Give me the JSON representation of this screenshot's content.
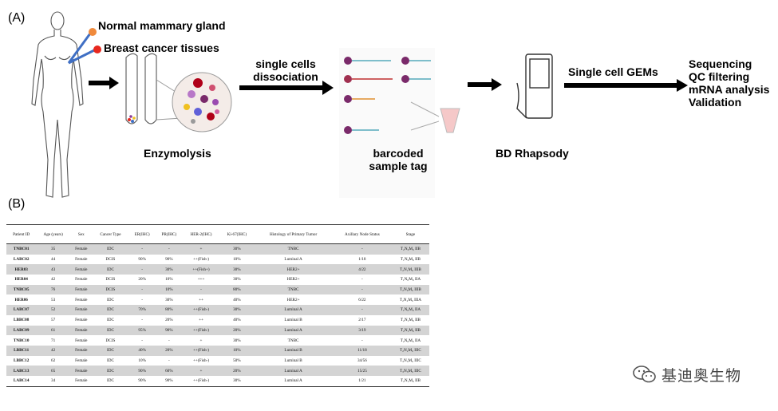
{
  "panelA": {
    "label": "(A)",
    "normal_tissue": "Normal mammary gland",
    "cancer_tissue": "Breast cancer tissues",
    "enzymolysis": "Enzymolysis",
    "dissociation_line1": "single cells",
    "dissociation_line2": "dissociation",
    "barcode_line1": "barcoded",
    "barcode_line2": "sample tag",
    "instrument": "BD Rhapsody",
    "gems": "Single cell GEMs",
    "steps": [
      "Sequencing",
      "QC filtering",
      "mRNA analysis",
      "Validation"
    ]
  },
  "panelB": {
    "label": "(B)",
    "headers": [
      "Patient ID",
      "Age (years)",
      "Sex",
      "Cancer Type",
      "ER(IHC)",
      "PR(IHC)",
      "HER-2(IHC)",
      "Ki-67(IHC)",
      "Histology of Primary Tumor",
      "Axillary Node Status",
      "Stage"
    ],
    "rows": [
      [
        "TNBC01",
        "35",
        "Female",
        "IDC",
        "-",
        "-",
        "+",
        "30%",
        "TNBC",
        "-",
        "T₂N₀M₀ IIB"
      ],
      [
        "LABC02",
        "44",
        "Female",
        "DCIS",
        "90%",
        "90%",
        "++(Fish-)",
        "10%",
        "Luminal A",
        "1/18",
        "T₁N₀M₀ IIB"
      ],
      [
        "HER03",
        "43",
        "Female",
        "IDC",
        "-",
        "30%",
        "++(Fish+)",
        "30%",
        "HER2+",
        "4/22",
        "T₂N₁M₀ IIIB"
      ],
      [
        "HER04",
        "42",
        "Female",
        "DCIS",
        "20%",
        "10%",
        "+++",
        "30%",
        "HER2+",
        "-",
        "T₁N₀M₀ IIA"
      ],
      [
        "TNBC05",
        "76",
        "Female",
        "DCIS",
        "-",
        "10%",
        "-",
        "80%",
        "TNBC",
        "-",
        "T₂N₀M₀ IIIB"
      ],
      [
        "HER06",
        "53",
        "Female",
        "IDC",
        "-",
        "30%",
        "++",
        "40%",
        "HER2+",
        "6/22",
        "T₂N₂M₀ IIIA"
      ],
      [
        "LABC07",
        "52",
        "Female",
        "IDC",
        "70%",
        "80%",
        "++(Fish-)",
        "30%",
        "Luminal A",
        "-",
        "T₁N₀M₀ IIA"
      ],
      [
        "LBBC08",
        "57",
        "Female",
        "IDC",
        "-",
        "20%",
        "++",
        "40%",
        "Luminal B",
        "2/17",
        "T₂N₁M₀ IIB"
      ],
      [
        "LABC09",
        "61",
        "Female",
        "IDC",
        "95%",
        "90%",
        "++(Fish-)",
        "20%",
        "Luminal A",
        "3/19",
        "T₂N₁M₀ IIB"
      ],
      [
        "TNBC10",
        "71",
        "Female",
        "DCIS",
        "-",
        "-",
        "+",
        "30%",
        "TNBC",
        "-",
        "T₂N₀M₀ IIA"
      ],
      [
        "LBBC11",
        "42",
        "Female",
        "IDC",
        "40%",
        "20%",
        "++(Fish-)",
        "10%",
        "Luminal B",
        "11/18",
        "T₂N₂M₀ IIIC"
      ],
      [
        "LBBC12",
        "62",
        "Female",
        "IDC",
        "10%",
        "-",
        "++(Fish-)",
        "50%",
        "Luminal B",
        "34/56",
        "T₃N₃M₀ IIIC"
      ],
      [
        "LABC13",
        "65",
        "Female",
        "IDC",
        "90%",
        "60%",
        "+",
        "20%",
        "Luminal A",
        "15/25",
        "T₃N₃M₀ IIIC"
      ],
      [
        "LABC14",
        "34",
        "Female",
        "IDC",
        "90%",
        "90%",
        "++(Fish-)",
        "30%",
        "Luminal A",
        "1/21",
        "T₂N₁M₀ IIB"
      ]
    ]
  },
  "watermark": {
    "icon": "wechat-icon",
    "text": "基迪奥生物"
  },
  "colors": {
    "normal_dot": "#f08a3c",
    "cancer_dot": "#e8281e",
    "pointer_line": "#3f6fc4",
    "arrow": "#000000",
    "row_shaded": "#d4d4d4"
  }
}
